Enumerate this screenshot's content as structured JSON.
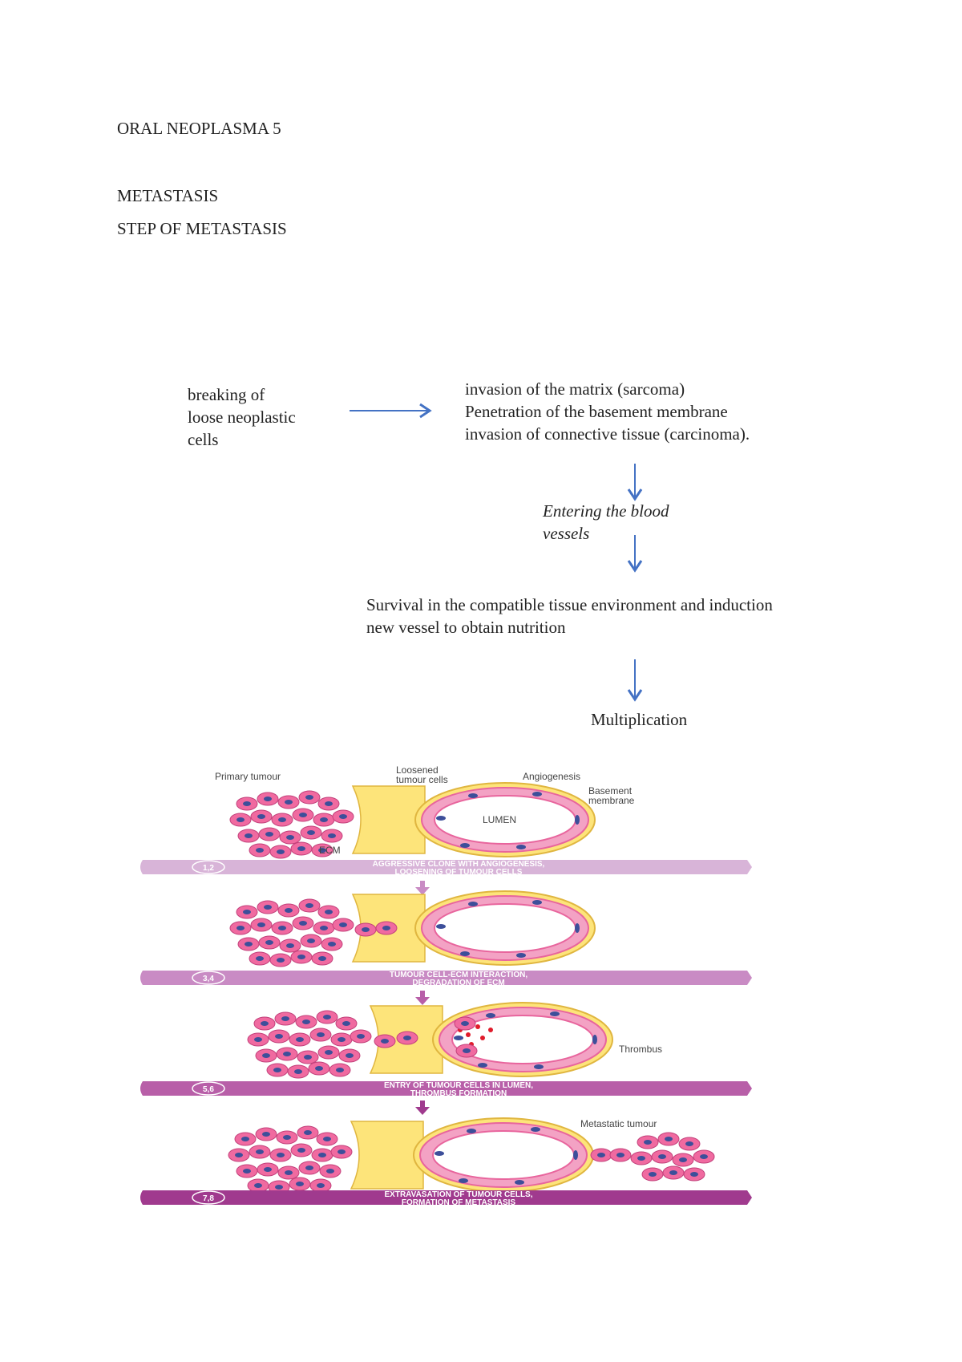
{
  "document": {
    "title": "ORAL NEOPLASMA 5",
    "heading1": "METASTASIS",
    "heading2": "STEP OF METASTASIS"
  },
  "flow": {
    "step1": "breaking of\nloose neoplastic\ncells",
    "step2": "invasion of the matrix (sarcoma)\nPenetration of the basement membrane\ninvasion of connective tissue (carcinoma).",
    "step3": "Entering the blood\nvessels",
    "step4": "Survival in the compatible tissue environment and induction\nnew vessel to obtain nutrition",
    "step5": "Multiplication"
  },
  "figure": {
    "labels": {
      "primary_tumour": "Primary tumour",
      "loosened_cells_1": "Loosened",
      "loosened_cells_2": "tumour cells",
      "angiogenesis": "Angiogenesis",
      "basement_1": "Basement",
      "basement_2": "membrane",
      "lumen": "LUMEN",
      "ecm": "ECM",
      "thrombus": "Thrombus",
      "metastatic_tumour": "Metastatic tumour"
    },
    "bands": [
      {
        "num": "1,2",
        "line1": "AGGRESSIVE CLONE WITH ANGIOGENESIS,",
        "line2": "LOOSENING OF TUMOUR CELLS"
      },
      {
        "num": "3,4",
        "line1": "TUMOUR CELL-ECM INTERACTION,",
        "line2": "DEGRADATION OF ECM"
      },
      {
        "num": "5,6",
        "line1": "ENTRY OF TUMOUR CELLS IN LUMEN,",
        "line2": "THROMBUS FORMATION"
      },
      {
        "num": "7,8",
        "line1": "EXTRAVASATION OF TUMOUR CELLS,",
        "line2": "FORMATION OF METASTASIS"
      }
    ],
    "colors": {
      "arrow_blue": "#4472c4",
      "cell_pink": "#f06aa0",
      "cell_nucleus": "#3d4f9a",
      "ecm_yellow": "#fde47a",
      "vessel_wall": "#e8659d",
      "band_1": "#d8b4d8",
      "band_2": "#c98bc4",
      "band_3": "#b85fa8",
      "band_4": "#a03a8e"
    }
  }
}
